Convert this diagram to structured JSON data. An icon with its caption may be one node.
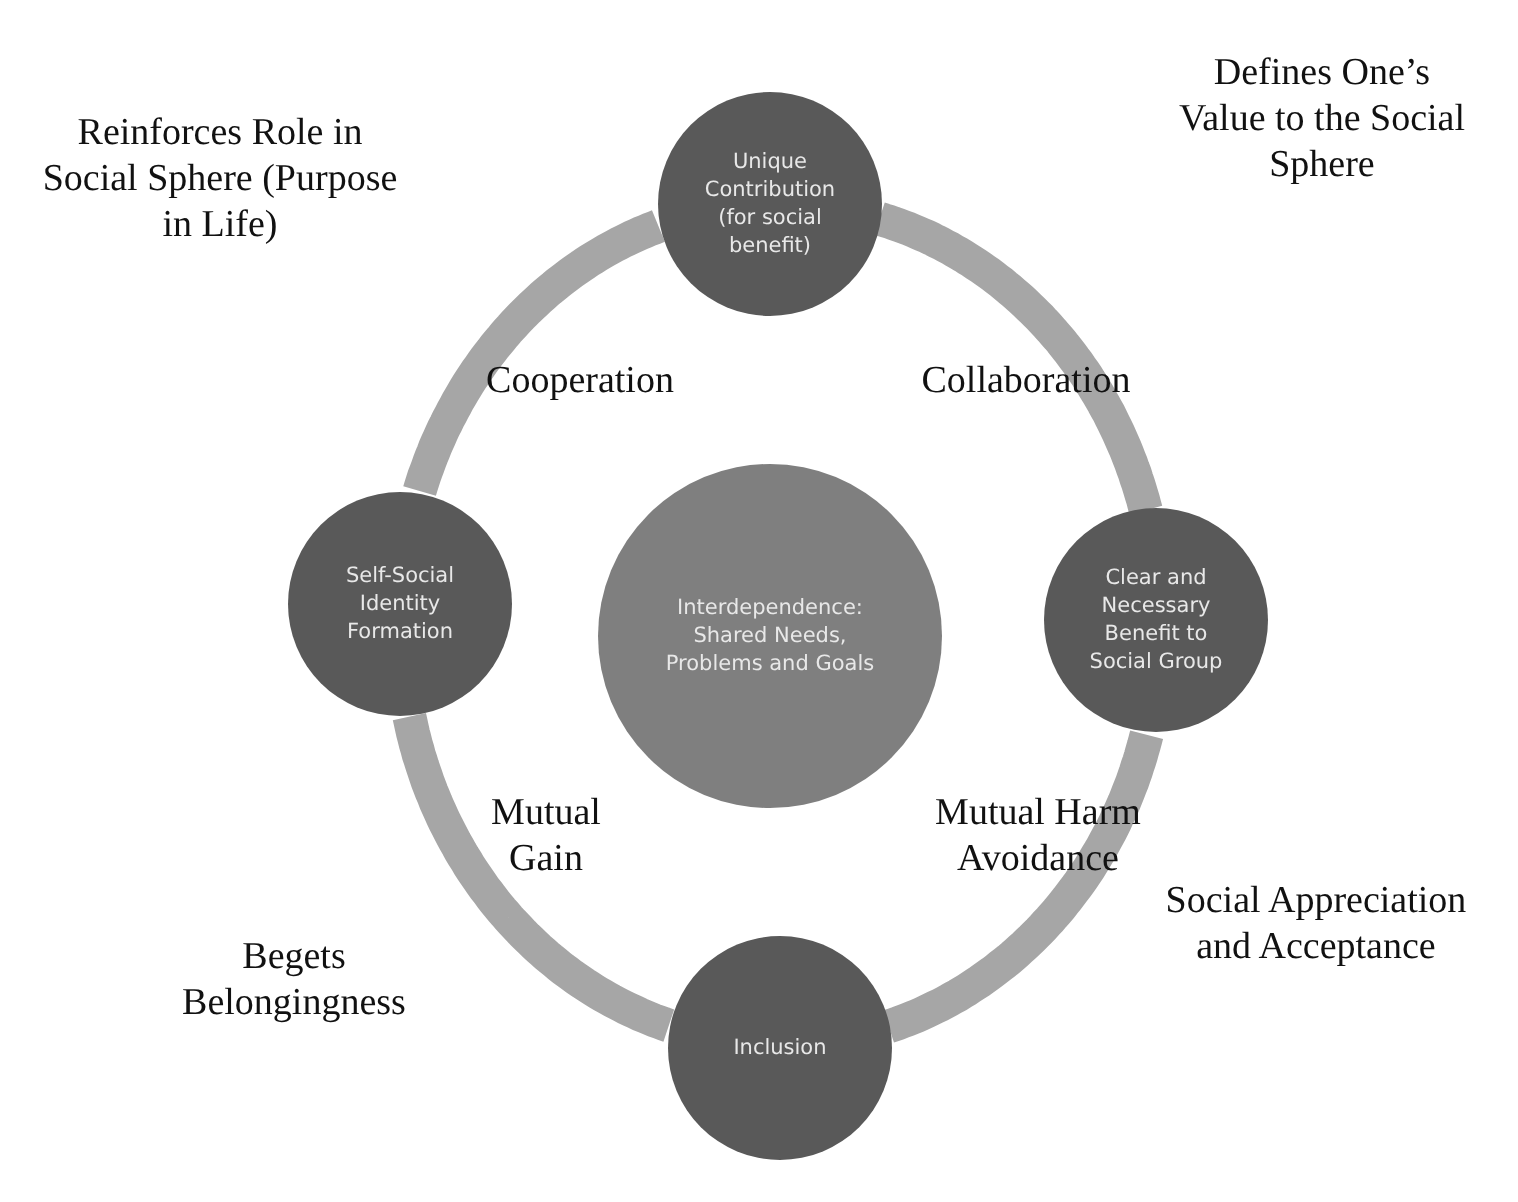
{
  "diagram": {
    "nodes": [
      {
        "text": [
          "Unique Contribution (for social benefit)"
        ]
      },
      {
        "text": [
          "Self-Social Identity Formation"
        ]
      },
      {
        "text": [
          "Interdependence: Shared Needs, Problems and Goals"
        ]
      },
      {
        "text": [
          "Clear and Necessary Benefit to Social Group"
        ]
      },
      {
        "text": [
          "Inclusion"
        ]
      }
    ],
    "edges": [
      {
        "from": 0,
        "to": 3,
        "arrow": "none"
      },
      {
        "from": 3,
        "to": 4,
        "arrow": "none"
      },
      {
        "from": 4,
        "to": 1,
        "arrow": "none"
      },
      {
        "from": 1,
        "to": 0,
        "arrow": "none"
      }
    ],
    "labels": [
      "Reinforces Role in Social Sphere (Purpose in Life)",
      "Defines One’s Value to the Social Sphere",
      "Cooperation",
      "Collaboration",
      "Mutual Gain",
      "Mutual Harm Avoidance",
      "Begets Belongingness",
      "Social Appreciation and Acceptance"
    ]
  }
}
